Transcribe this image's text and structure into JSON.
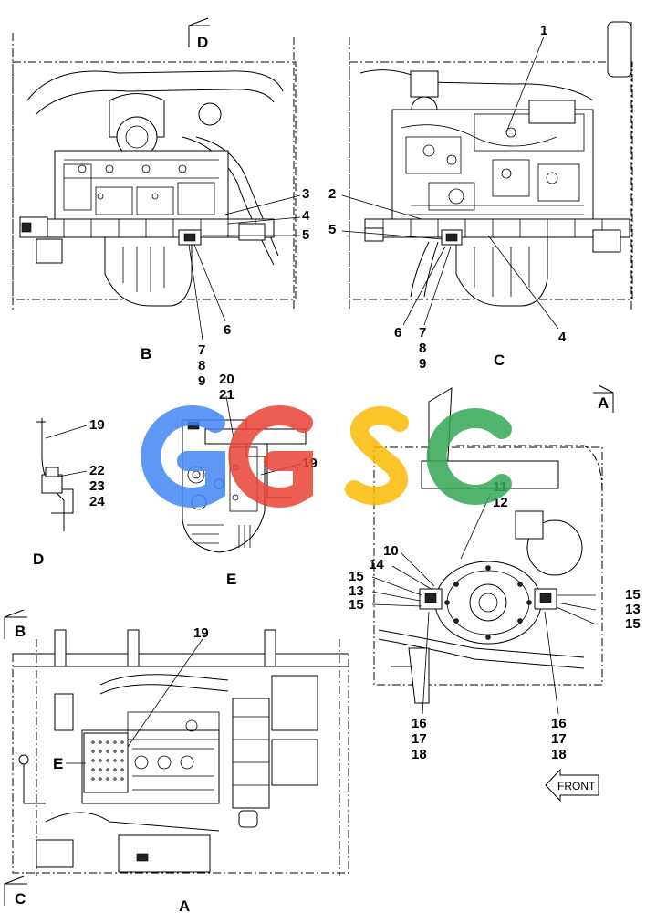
{
  "views": {
    "b": {
      "title": "B",
      "callouts": {
        "c3": "3",
        "c4": "4",
        "c5": "5",
        "c6": "6",
        "c7": "7",
        "c8": "8",
        "c9": "9"
      }
    },
    "c": {
      "title": "C",
      "callouts": {
        "c1": "1",
        "c2": "2",
        "c4": "4",
        "c5": "5",
        "c6": "6",
        "c7": "7",
        "c8": "8",
        "c9": "9"
      }
    },
    "d": {
      "title": "D",
      "callouts": {
        "c19": "19",
        "c22": "22",
        "c23": "23",
        "c24": "24"
      }
    },
    "e": {
      "title": "E",
      "callouts": {
        "c19": "19",
        "c20": "20",
        "c21": "21"
      }
    },
    "a_top": {
      "callouts": {
        "c10": "10",
        "c11": "11",
        "c12": "12",
        "c13a": "13",
        "c13b": "13",
        "c14": "14",
        "c15a": "15",
        "c15b": "15",
        "c15c": "15",
        "c15d": "15",
        "c16a": "16",
        "c17a": "17",
        "c18a": "18",
        "c16b": "16",
        "c17b": "17",
        "c18b": "18"
      }
    },
    "a": {
      "title": "A",
      "callouts": {
        "c19": "19",
        "cE": "E"
      }
    }
  },
  "section_marks": {
    "d": "D",
    "a": "A",
    "b": "B",
    "c": "C"
  },
  "front_arrow": "FRONT",
  "watermark": {
    "letters": [
      "G",
      "G",
      "S",
      "C"
    ],
    "colors": [
      "#4285F4",
      "#EA4335",
      "#FBBC05",
      "#34A853"
    ]
  }
}
